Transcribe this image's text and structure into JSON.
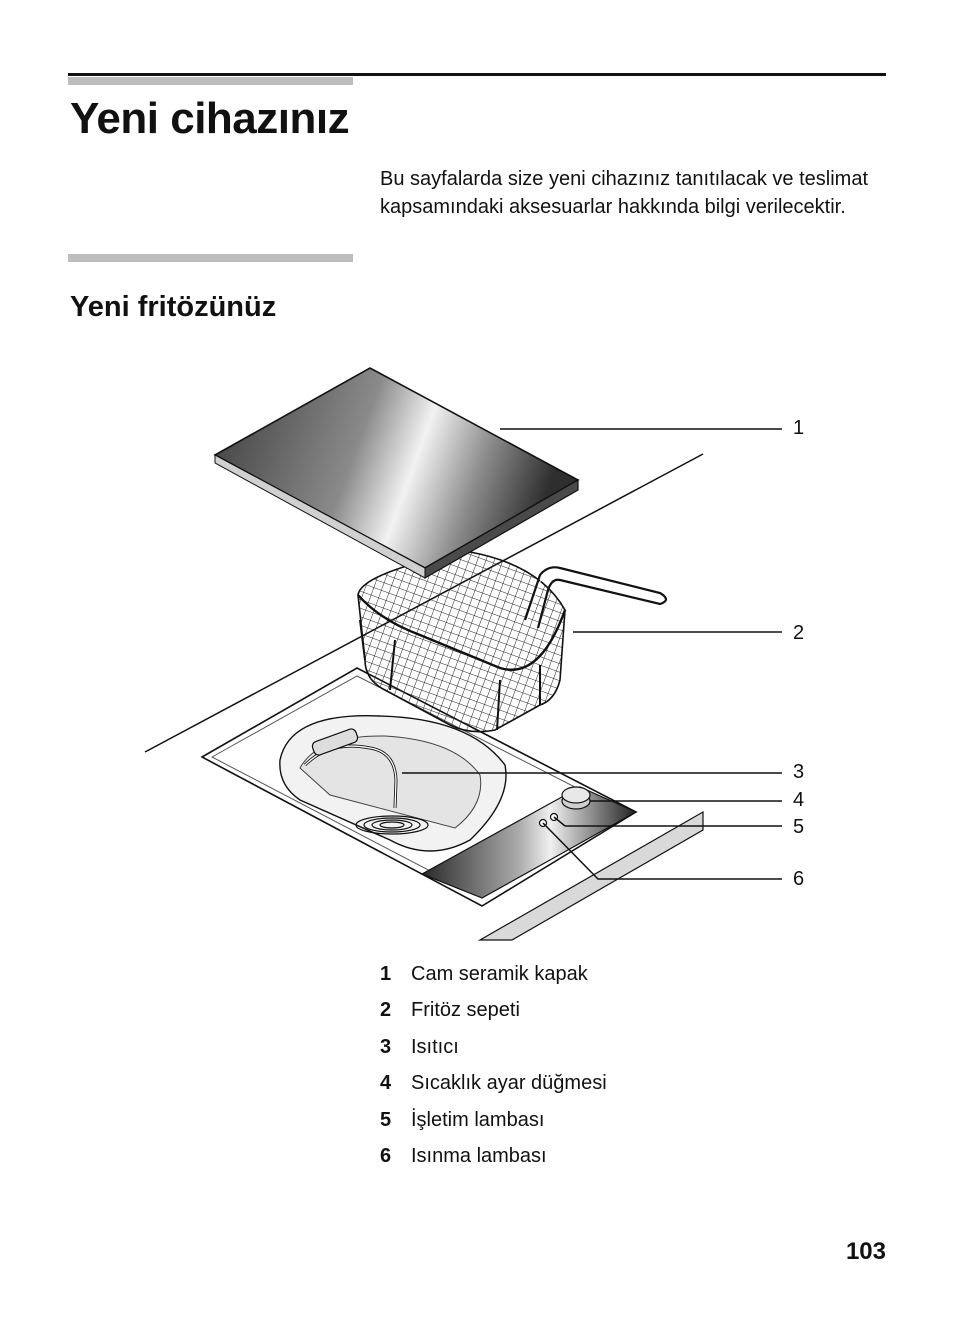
{
  "header": {
    "title": "Yeni cihazınız",
    "intro": "Bu sayfalarda size yeni cihazınız tanıtılacak ve teslimat kapsamındaki aksesuarlar hakkında bilgi verilecektir."
  },
  "section": {
    "title": "Yeni fritözünüz"
  },
  "figure": {
    "callouts": [
      "1",
      "2",
      "3",
      "4",
      "5",
      "6"
    ]
  },
  "legend": [
    {
      "num": "1",
      "label": "Cam seramik kapak"
    },
    {
      "num": "2",
      "label": "Fritöz sepeti"
    },
    {
      "num": "3",
      "label": "Isıtıcı"
    },
    {
      "num": "4",
      "label": "Sıcaklık ayar düğmesi"
    },
    {
      "num": "5",
      "label": "İşletim lambası"
    },
    {
      "num": "6",
      "label": "Isınma lambası"
    }
  ],
  "footer": {
    "page_number": "103"
  }
}
